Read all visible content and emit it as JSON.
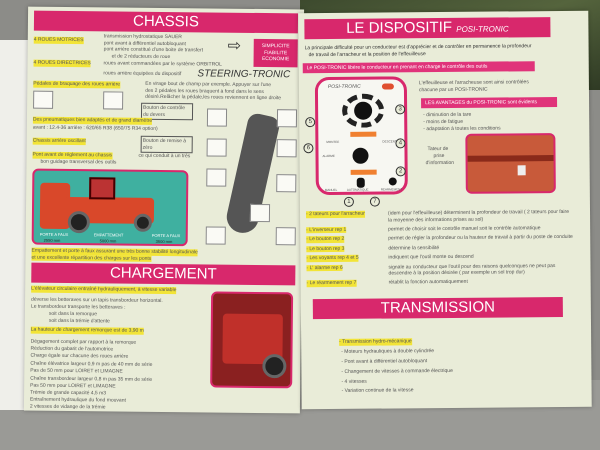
{
  "left_page": {
    "chassis": {
      "title": "CHASSIS",
      "rows": [
        {
          "label": "4 ROUES MOTRICES",
          "lines": [
            "transmission hydrostatique SAUER",
            "pont avant à différentiel autobloquant",
            "pont arrière constitué d'une boite de transfert",
            "et de 2 réducteurs de roue"
          ]
        },
        {
          "label": "4 ROUES DIRECTRICES",
          "lines": [
            "roues avant commandées par le système ORBITROL"
          ]
        }
      ],
      "badge": "SIMPLICITE FIABILITE ECONOMIE",
      "steering_line": "roues arrière équipées du dispositif",
      "steering_logo": "STEERING-TRONIC",
      "pedales_label": "Pédales de braquage des roues arrière",
      "pedales_text": [
        "En virage bout de champ par exemple. Appuyer sur l'une",
        "des 2 pédales les roues braquent à fond dans le sens",
        "désiré.Relâcher la pédale,les roues reviennent en ligne droite"
      ],
      "callout_1": "Bouton de contrôle du devers",
      "callout_2": "Bouton de remise à zéro",
      "pneus_label": "Des pneumatiques bien adaptés et de grand diamètre",
      "pneus_text": "avant : 12.4-36     arrière : 620/65 R38 (650/75 R34 option)",
      "oscillant_label": "Chassis arrière oscillant",
      "pont_label": "Pont avant de réglement au chassis",
      "pont_text": [
        "ce qui conduit à un très",
        "bon guidage transversal des outils"
      ],
      "dims": [
        "PORTE A FAUX",
        "EMPATTEMENT",
        "PORTE A FAUX"
      ],
      "dim_values": [
        "2550 mm",
        "5000 mm",
        "3500 mm"
      ],
      "empattement_text": [
        "Empattement et porte à faux assurant une très bonne stabilité longitudinale",
        "et une excellente répartition des charges sur les ponts"
      ]
    },
    "chargement": {
      "title": "CHARGEMENT",
      "highlight_1": "L'élévateur circulaire entraîné hydrauliquement, à vitesse variable",
      "lines_1": [
        "déverse les betteraves sur un tapis transbordeur horizontal.",
        "Le transbordeur transporte les betteraves :",
        "soit dans la remorque",
        "soit dans la trémie d'attente"
      ],
      "highlight_2": "La hauteur de chargement remorque est de 3,90 m",
      "lines_2": [
        "Dégagement complet par rapport à la remorque",
        "Réduction du gabarit de l'automotrice",
        "Charge égale sur chacune des roues arrière",
        "Chaîne élévatrice largeur 0,9 m pas de 40 mm de série",
        "Pas de 50 mm pour LOIRET et LIMAGNE",
        "Chaîne transbordeur largeur 0,8 m pas 35 mm de série",
        "Pas 50 mm pour LOIRET et LIMAGNE",
        "Trémie de grande capacité 4,5 m3",
        "Entraînement hydraulique du fond mouvant",
        "2 vitesses de vidange de la trémie"
      ]
    }
  },
  "right_page": {
    "dispositif": {
      "title": "LE DISPOSITIF",
      "title_logo": "POSI-TRONIC",
      "intro": [
        "La principale difficulté pour un conducteur est d'apprécier et de contrôler en permanence la profondeur",
        "de travail de l'arracheur et la position de l'effeuilleuse"
      ],
      "bar_1": "Le POSI-TRONIC libère le conducteur en prenant en charge le contrôle des outils",
      "panel_title": "POSI-TRONIC",
      "panel_labels": [
        "MONTEE",
        "DESCENTE",
        "ALARME",
        "MANUEL",
        "AUTOMATIQUE",
        "REARMEMENT"
      ],
      "panel_numbers": [
        "1",
        "2",
        "3",
        "4",
        "5",
        "6",
        "7"
      ],
      "controle_text": [
        "L'effeuilleuse et l'arracheuse sont ainsi contrôlées",
        "chacune par un POSI-TRONIC"
      ],
      "bar_2": "LES AVANTAGES du POSI-TRONIC sont évidents",
      "avantages": [
        "- diminution de la tare",
        "- moins de fatigue",
        "- adaptation à toutes les conditions"
      ],
      "tateur": [
        "Tateur de",
        "prise",
        "d'information"
      ],
      "items": [
        {
          "label": "- 2 tateurs pour l'arracheur",
          "text": "(idem pour l'effeuilleuse) déterminent la profondeur de travail ( 2 tateurs pour faire la moyenne des informations prises au sol)"
        },
        {
          "label": "- L'inverseur rep 1",
          "text": "permet de choisir soit le contrôle manuel soit le contrôle automatique"
        },
        {
          "label": "- Le bouton rep 2",
          "text": "permet de régler la profondeur ou la hauteur de travail à partir du poste de conduite"
        },
        {
          "label": "- Le bouton rep 3",
          "text": "détermine la sensibilité"
        },
        {
          "label": "- Les voyants rep 4 et 5",
          "text": "indiquent que l'outil monte ou descend"
        },
        {
          "label": "- L' alarme rep 6",
          "text": "signale au conducteur que l'outil pour des raisons quelconques ne peut pas descendre à la position désirée ( par exemple un sol trop dur)"
        },
        {
          "label": "- Le réarmement rep 7",
          "text": "rétablit la fonction automatiquement"
        }
      ]
    },
    "transmission": {
      "title": "TRANSMISSION",
      "highlight": "- Transmission hydro-mécanique",
      "lines": [
        "- Moteurs hydrauliques à double cylindrée",
        "- Pont avant à différentiel autobloquant",
        "- Changement de vitesses à commande électrique",
        "- 4 vitesses",
        "- Variation continue de la vitesse"
      ]
    }
  },
  "colors": {
    "banner": "#d8286c",
    "highlight": "#f2e437",
    "page": "#e9ecd8"
  }
}
